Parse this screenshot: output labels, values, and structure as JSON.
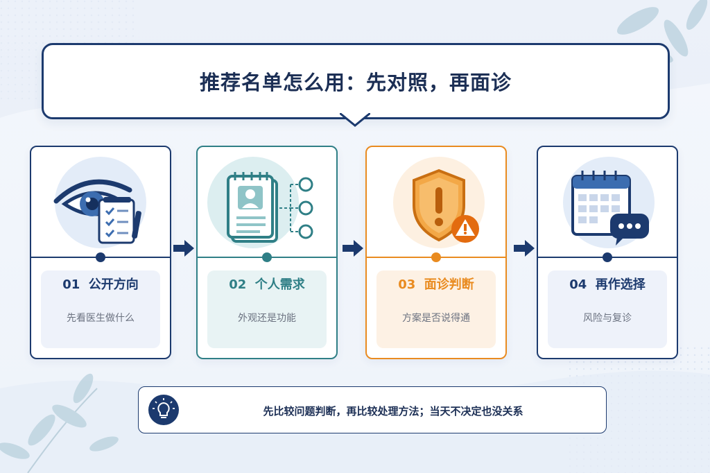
{
  "title": "推荐名单怎么用：先对照，再面诊",
  "colors": {
    "navy": "#1c3a6e",
    "teal": "#2f7f86",
    "orange": "#e98b20"
  },
  "steps": [
    {
      "number": "01",
      "label": "公开方向",
      "desc": "先看医生做什么",
      "icon": "eye-clipboard-icon",
      "color": "#1c3a6e"
    },
    {
      "number": "02",
      "label": "个人需求",
      "desc": "外观还是功能",
      "icon": "profile-notebook-icon",
      "color": "#2f7f86"
    },
    {
      "number": "03",
      "label": "面诊判断",
      "desc": "方案是否说得通",
      "icon": "warning-shield-icon",
      "color": "#e98b20"
    },
    {
      "number": "04",
      "label": "再作选择",
      "desc": "风险与复诊",
      "icon": "calendar-chat-icon",
      "color": "#1c3a6e"
    }
  ],
  "tip": {
    "text": "先比较问题判断，再比较处理方法；当天不决定也没关系",
    "icon": "lightbulb-icon"
  }
}
